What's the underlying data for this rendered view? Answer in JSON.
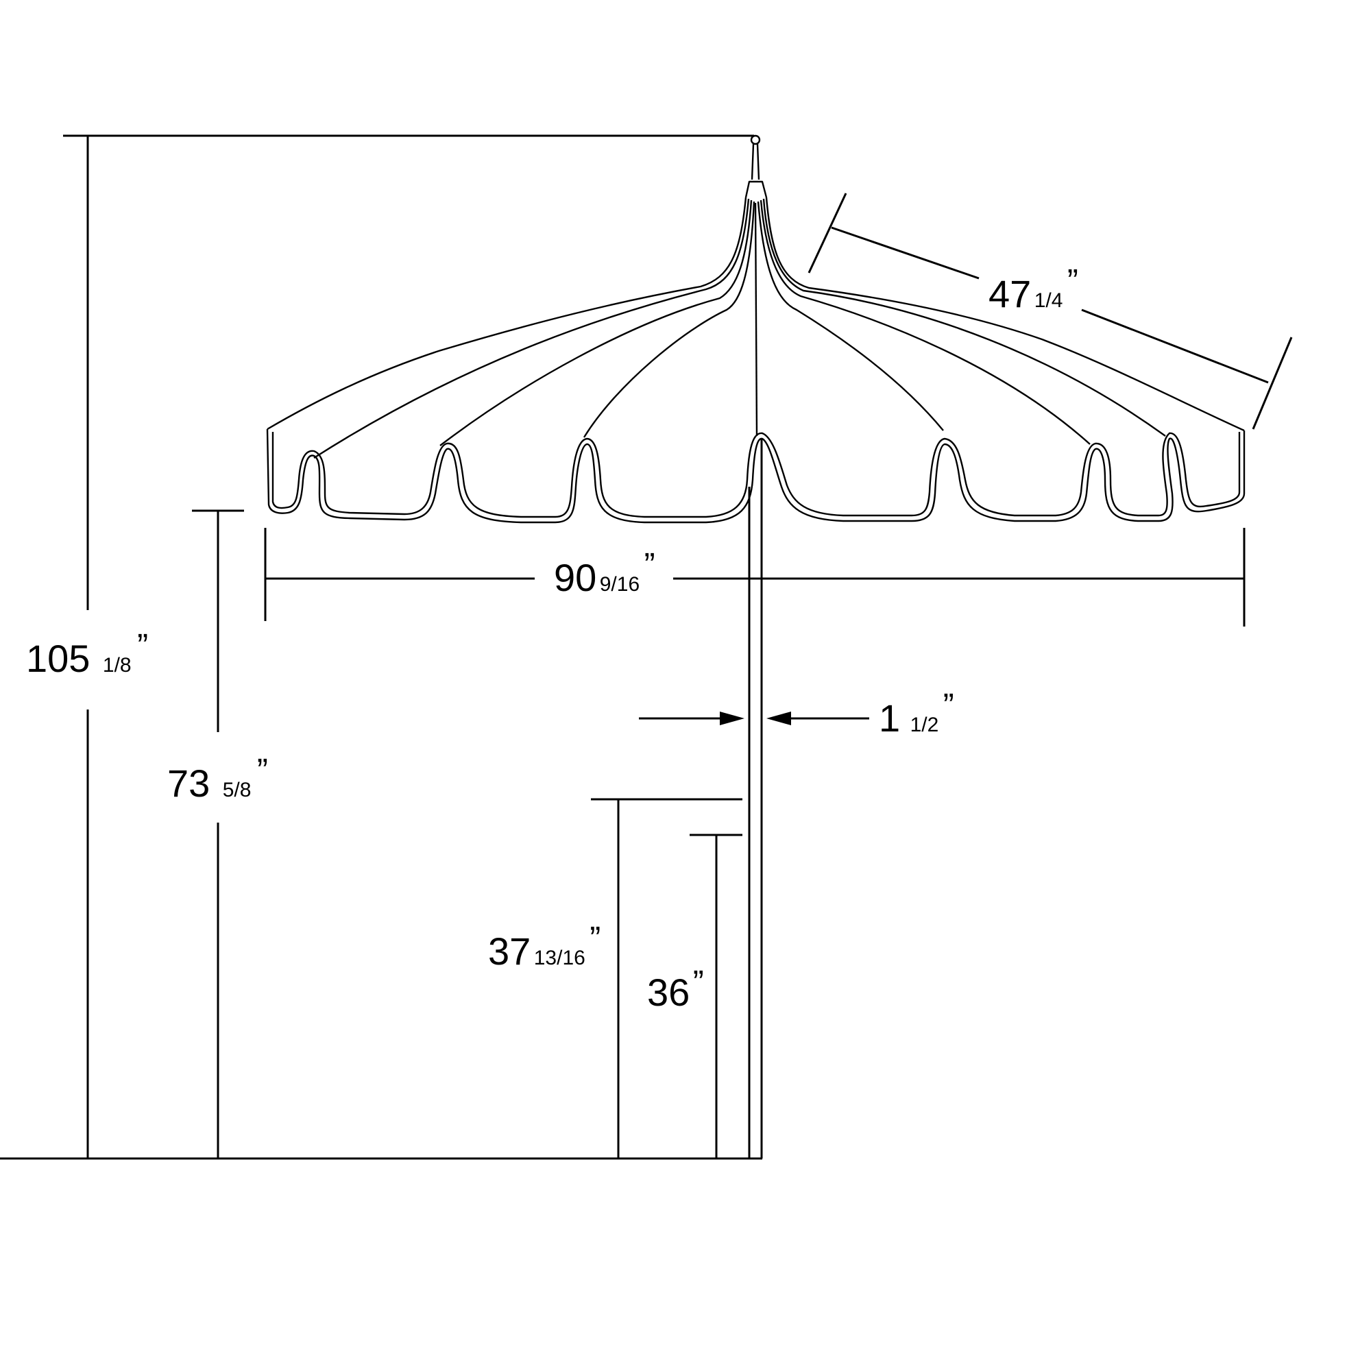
{
  "dimensions": {
    "overall_height": {
      "whole": "105",
      "fraction": "1/8",
      "unit": "”"
    },
    "canopy_bottom_height": {
      "whole": "73",
      "fraction": "5/8",
      "unit": "”"
    },
    "canopy_width": {
      "whole": "90",
      "fraction": "9/16",
      "unit": "”"
    },
    "rib_length": {
      "whole": "47",
      "fraction": "1/4",
      "unit": "”"
    },
    "pole_diameter": {
      "whole": "1",
      "fraction": "1/2",
      "unit": "”"
    },
    "table_height_upper": {
      "whole": "37",
      "fraction": "13/16",
      "unit": "”"
    },
    "table_height_lower": {
      "whole": "36",
      "fraction": "",
      "unit": "”"
    }
  }
}
